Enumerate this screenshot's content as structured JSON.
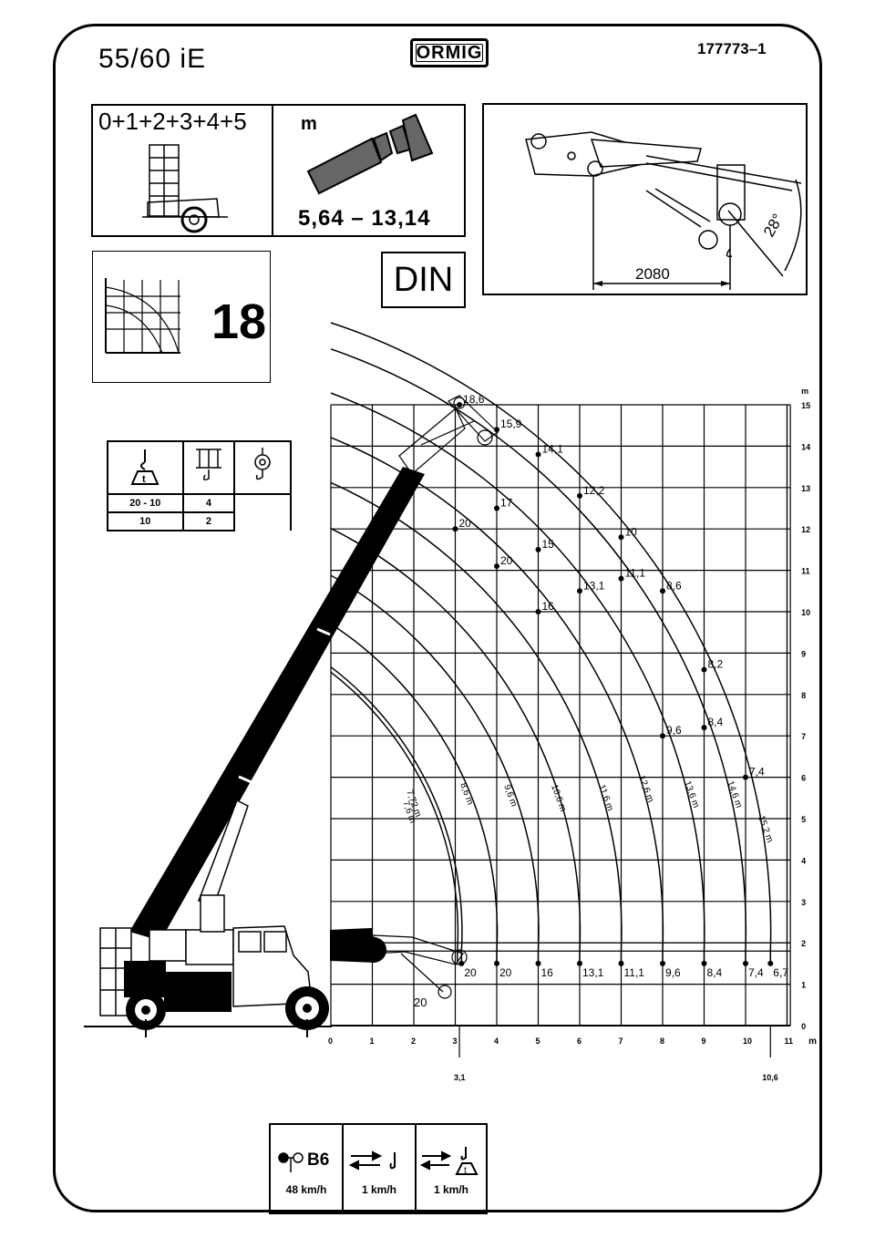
{
  "header": {
    "model": "55/60  iE",
    "brand": "ORMIG",
    "doc_number": "177773–1"
  },
  "config": {
    "sections": "0+1+2+3+4+5",
    "jib_unit": "m",
    "jib_range": "5,64  –  13,14"
  },
  "speed_class": "18",
  "standard": "DIN",
  "jib_detail": {
    "offset_mm": "2080",
    "angle": "28°"
  },
  "load_table": {
    "rows": [
      {
        "load": "20 - 10",
        "falls": "4"
      },
      {
        "load": "10",
        "falls": "2"
      }
    ]
  },
  "chart": {
    "x_unit": "m",
    "y_unit": "m",
    "x_ticks": [
      "0",
      "1",
      "2",
      "3",
      "4",
      "5",
      "6",
      "7",
      "8",
      "9",
      "10",
      "11"
    ],
    "y_ticks": [
      "0",
      "1",
      "2",
      "3",
      "4",
      "5",
      "6",
      "7",
      "8",
      "9",
      "10",
      "11",
      "12",
      "13",
      "14",
      "15"
    ],
    "radius_min_label": "3,1",
    "radius_max_label": "10,6",
    "arc_labels": [
      "7,72 m",
      "7,6 m",
      "8,6 m",
      "9,6 m",
      "10,6 m",
      "11,6 m",
      "12,6 m",
      "13,6 m",
      "14,6 m",
      "15,2 m"
    ],
    "ground_loads": [
      "20",
      "20",
      "16",
      "13,1",
      "11,1",
      "9,6",
      "8,4",
      "7,4",
      "6,7"
    ],
    "hook_load": "20",
    "elevated_points": [
      {
        "label": "18,6",
        "x": 3.1,
        "y": 15.0
      },
      {
        "label": "15,9",
        "x": 4.0,
        "y": 14.4
      },
      {
        "label": "14,1",
        "x": 5.0,
        "y": 13.8
      },
      {
        "label": "12,2",
        "x": 6.0,
        "y": 12.8
      },
      {
        "label": "17",
        "x": 4.0,
        "y": 12.5
      },
      {
        "label": "20",
        "x": 3.0,
        "y": 12.0
      },
      {
        "label": "10",
        "x": 7.0,
        "y": 11.8
      },
      {
        "label": "15",
        "x": 5.0,
        "y": 11.5
      },
      {
        "label": "20",
        "x": 4.0,
        "y": 11.1
      },
      {
        "label": "13,1",
        "x": 6.0,
        "y": 10.5
      },
      {
        "label": "11,1",
        "x": 7.0,
        "y": 10.8
      },
      {
        "label": "8,6",
        "x": 8.0,
        "y": 10.5
      },
      {
        "label": "16",
        "x": 5.0,
        "y": 10.0
      },
      {
        "label": "8,2",
        "x": 9.0,
        "y": 8.6
      },
      {
        "label": "9,6",
        "x": 8.0,
        "y": 7.0
      },
      {
        "label": "8,4",
        "x": 9.0,
        "y": 7.2
      },
      {
        "label": "7,4",
        "x": 10.0,
        "y": 6.0
      }
    ]
  },
  "travel": [
    {
      "label": "B6",
      "speed": "48 km/h"
    },
    {
      "label": "",
      "speed": "1 km/h"
    },
    {
      "label": "t",
      "speed": "1 km/h"
    }
  ]
}
